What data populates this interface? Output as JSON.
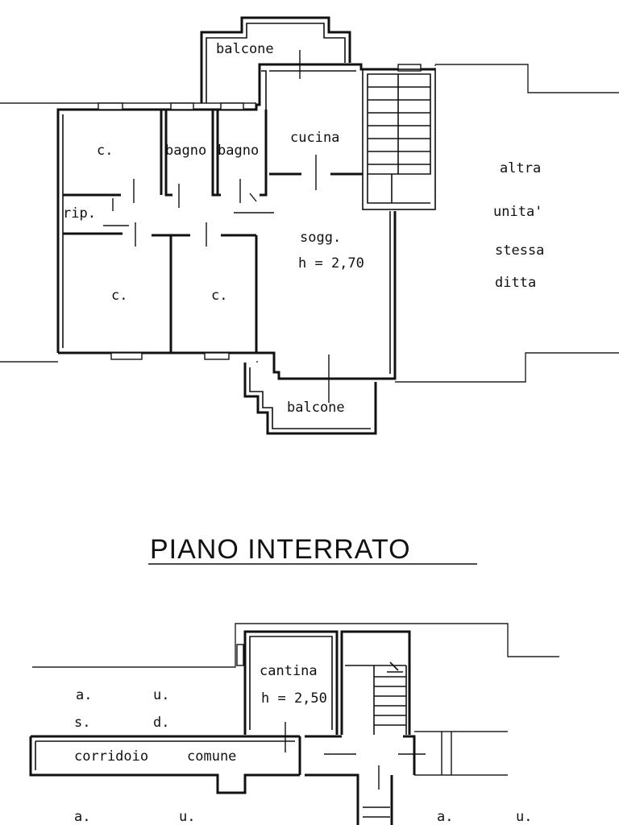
{
  "floor_plan_upper": {
    "rooms": {
      "balcony_top": "balcone",
      "bedroom_top_left": "c.",
      "bathroom": "bagno",
      "bathroom_2": "bagno",
      "kitchen": "cucina",
      "storage": "rip.",
      "living_room": "sogg.",
      "living_height": "h = 2,70",
      "bedroom_bottom_left": "c.",
      "bedroom_bottom_mid": "c.",
      "balcony_bottom": "balcone"
    },
    "other_unit": {
      "line1": "altra",
      "line2": "unita'",
      "line3": "stessa",
      "line4": "ditta"
    }
  },
  "basement": {
    "title": "PIANO INTERRATO",
    "cellar": "cantina",
    "cellar_height": "h = 2,50",
    "corridor": "corridoio",
    "corridor_2": "comune",
    "left_labels": {
      "a": "a.",
      "u": "u.",
      "s": "s.",
      "d": "d."
    },
    "bottom_labels": {
      "left_a": "a.",
      "left_u": "u.",
      "right_a": "a.",
      "right_u": "u."
    }
  }
}
